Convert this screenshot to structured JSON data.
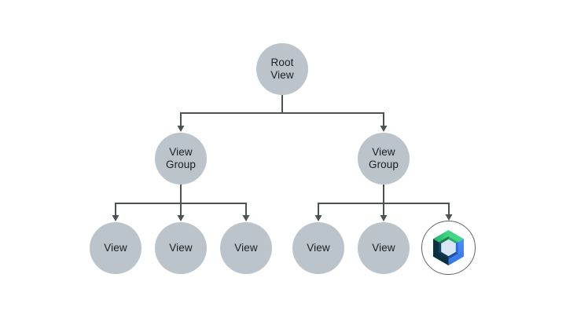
{
  "diagram": {
    "description": "View hierarchy tree",
    "root": {
      "label": "Root\nView"
    },
    "groups": [
      {
        "label": "View\nGroup",
        "children": [
          {
            "label": "View"
          },
          {
            "label": "View"
          },
          {
            "label": "View"
          }
        ]
      },
      {
        "label": "View\nGroup",
        "children": [
          {
            "label": "View"
          },
          {
            "label": "View"
          },
          {
            "icon": "jetpack-compose-logo"
          }
        ]
      }
    ],
    "colors": {
      "background": "#ffffff",
      "node_fill": "#bac4ca",
      "label_text": "#202124",
      "connector": "#4d5256",
      "compose_ring": "#5f6368",
      "compose_green": "#3fd481",
      "compose_green_dark": "#27a866",
      "compose_blue": "#4285f4",
      "compose_blue_dark": "#2b6fd8",
      "compose_navy": "#0a3042",
      "compose_inner": "#d9e6f3"
    }
  }
}
